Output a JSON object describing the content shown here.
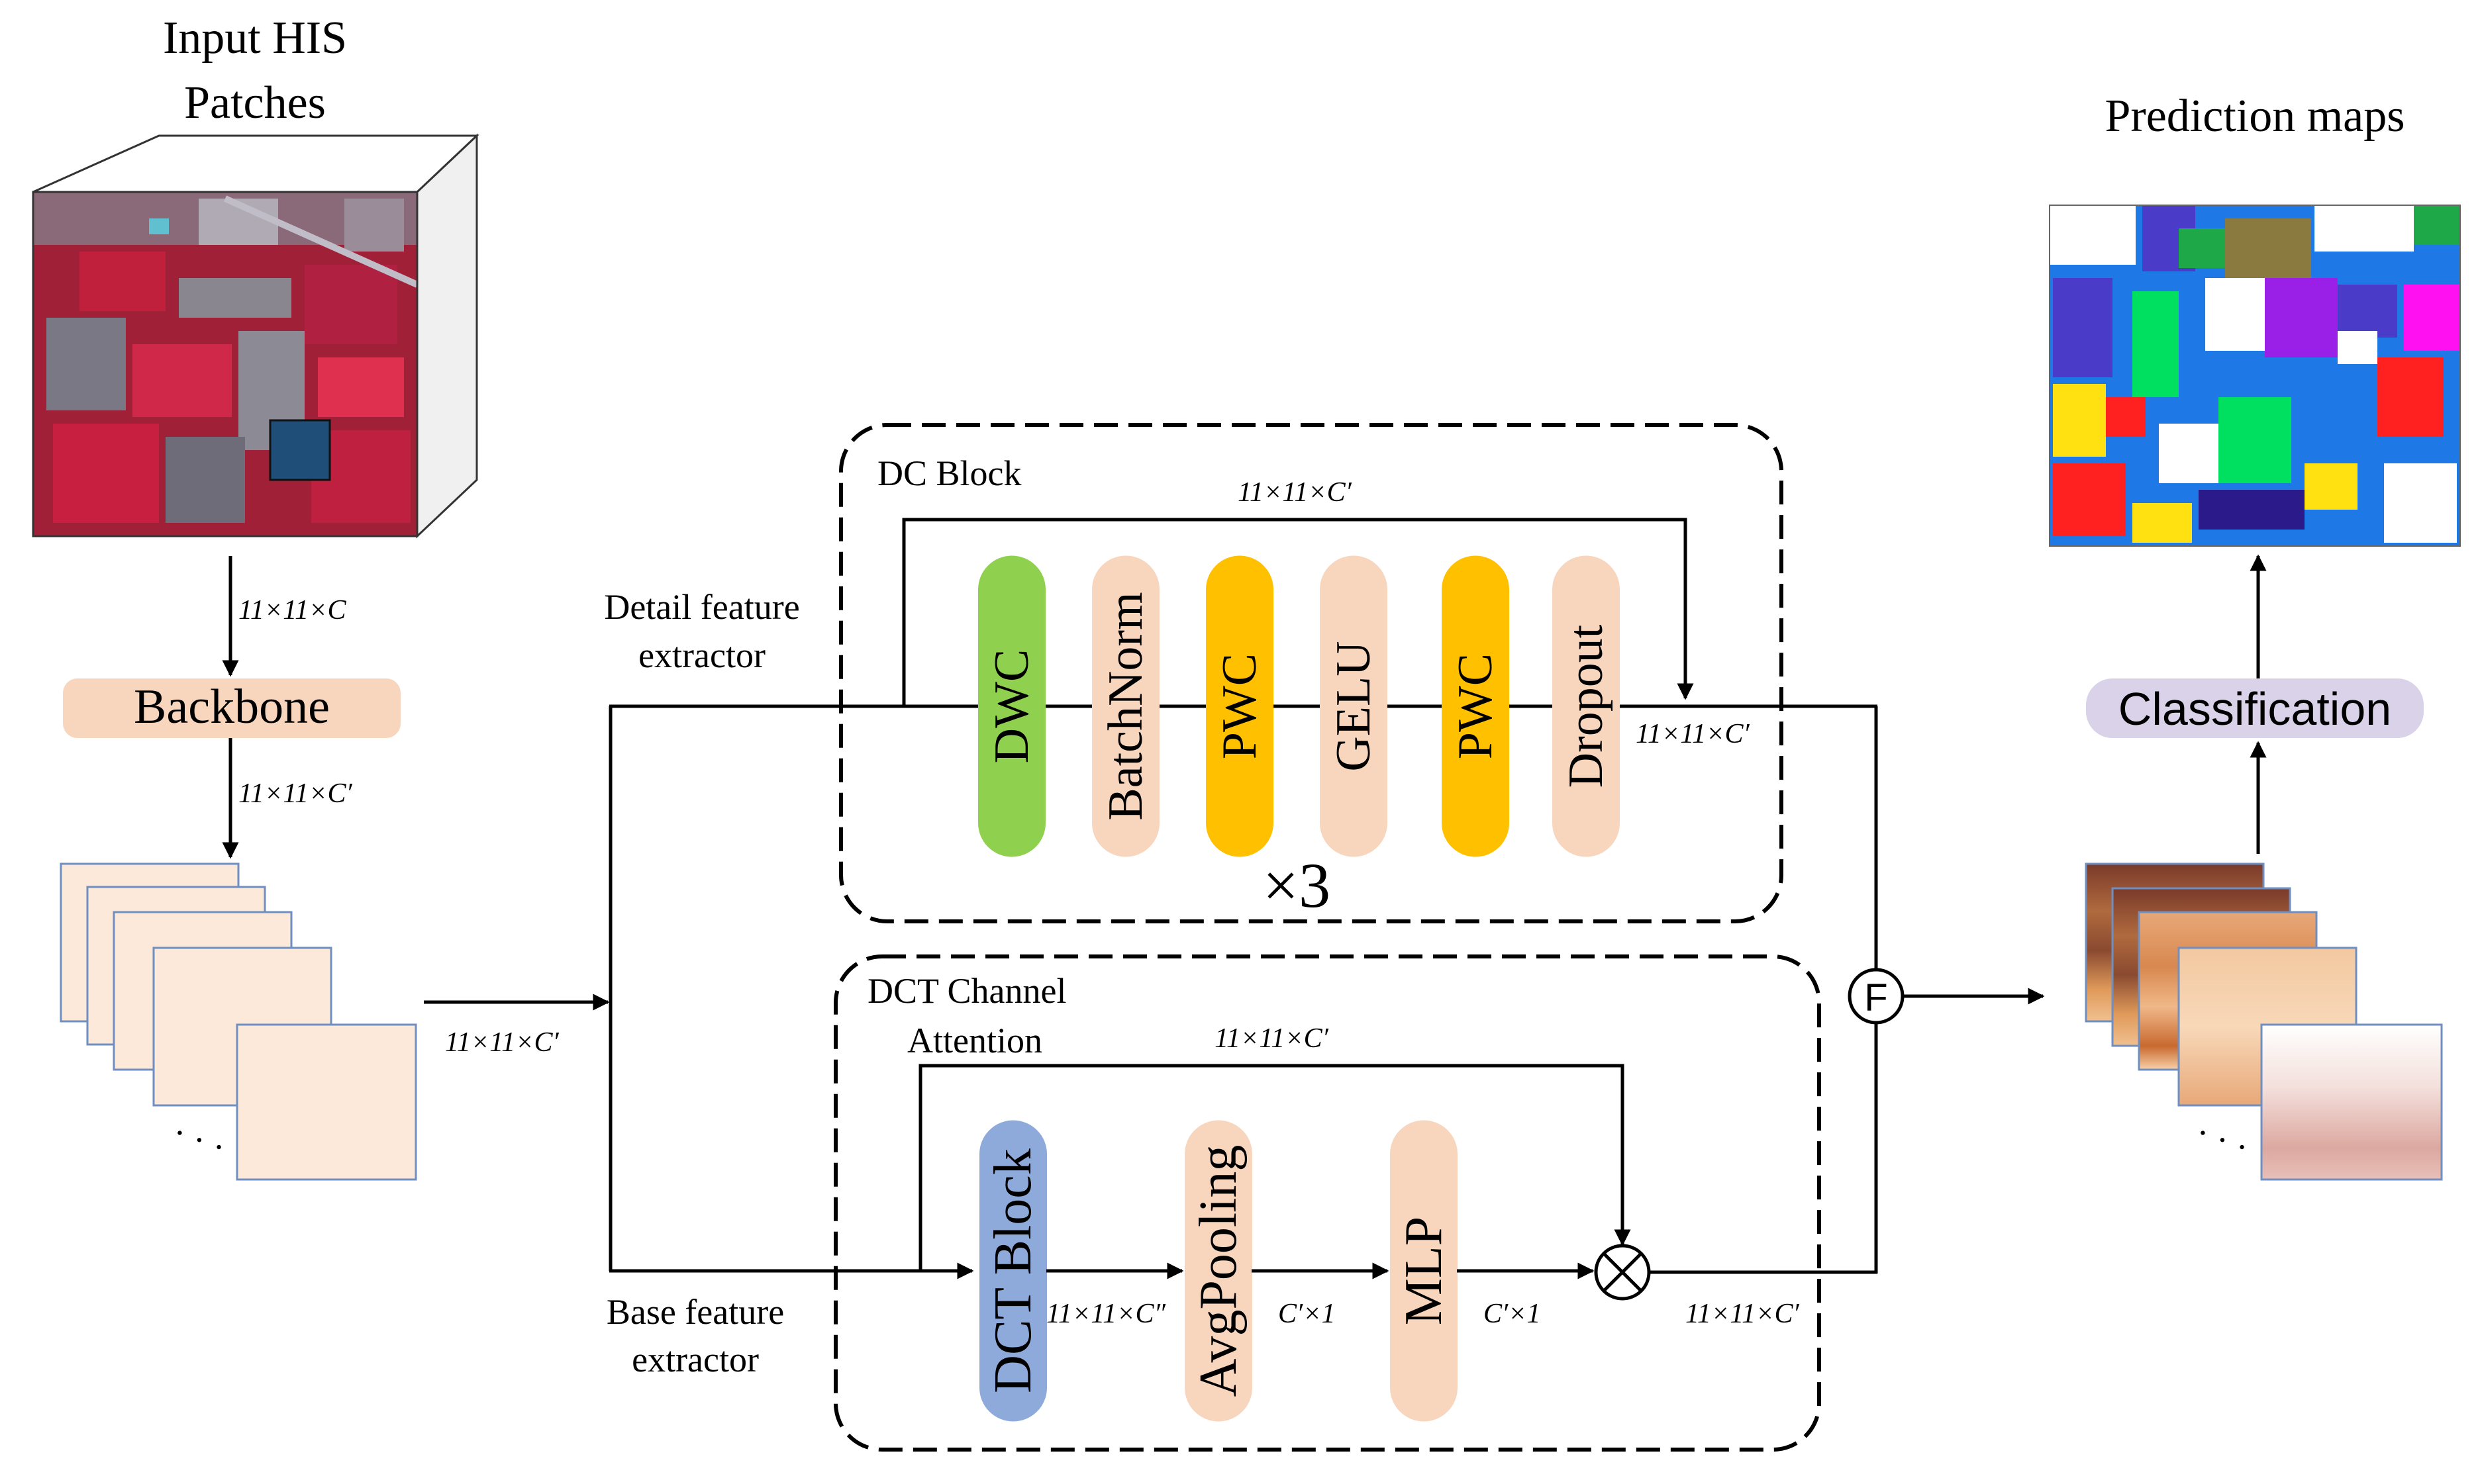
{
  "input": {
    "title_line1": "Input HIS",
    "title_line2": "Patches"
  },
  "backbone": {
    "label": "Backbone"
  },
  "dims": {
    "input_to_backbone": "11×11×C",
    "backbone_out": "11×11×C′",
    "stack_out": "11×11×C′",
    "dc_skip": "11×11×C′",
    "dc_out": "11×11×C′",
    "dct_skip": "11×11×C′",
    "dct_block_out": "11×11×C″",
    "avgpool_out": "C′×1",
    "mlp_out": "C′×1",
    "dct_out": "11×11×C′"
  },
  "branches": {
    "detail_line1": "Detail feature",
    "detail_line2": "extractor",
    "base_line1": "Base feature",
    "base_line2": "extractor"
  },
  "dc_block": {
    "title": "DC Block",
    "layers": [
      {
        "label": "DWC",
        "color": "#8fd14f"
      },
      {
        "label": "BatchNorm",
        "color": "#f8d5bd"
      },
      {
        "label": "PWC",
        "color": "#ffc000"
      },
      {
        "label": "GELU",
        "color": "#f8d5bd"
      },
      {
        "label": "PWC",
        "color": "#ffc000"
      },
      {
        "label": "Dropout",
        "color": "#f8d5bd"
      }
    ],
    "repeat": "×3"
  },
  "dct_attention": {
    "title_line1": "DCT Channel",
    "title_line2": "Attention",
    "layers": [
      {
        "label": "DCT Block",
        "color": "#8eaadb"
      },
      {
        "label": "AvgPooling",
        "color": "#f8d5bd"
      },
      {
        "label": "MLP",
        "color": "#f8d5bd"
      }
    ],
    "multiply_symbol": "⊗"
  },
  "fusion": {
    "label": "F"
  },
  "classification": {
    "label": "Classification",
    "color": "#d9d2e9"
  },
  "prediction": {
    "title": "Prediction maps"
  },
  "ellipsis": "· · ·"
}
